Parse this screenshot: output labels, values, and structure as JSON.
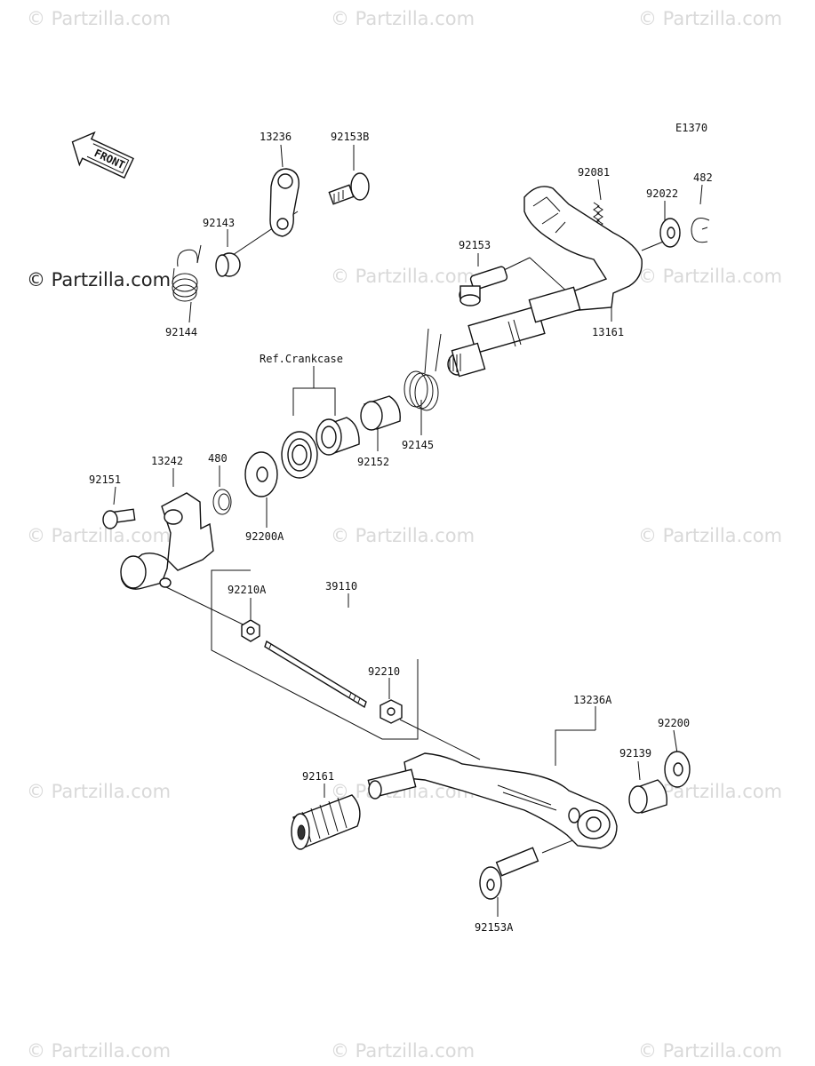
{
  "diagram_code": "E1370",
  "front_label": "FRONT",
  "copyright": "© Partzilla.com",
  "watermark": "© Partzilla.com",
  "parts": {
    "p13236": "13236",
    "p92153B": "92153B",
    "p92143": "92143",
    "p92144": "92144",
    "p92081": "92081",
    "p92022": "92022",
    "p482": "482",
    "p92153": "92153",
    "p13161": "13161",
    "p_ref_crankcase": "Ref.Crankcase",
    "p92152": "92152",
    "p92145": "92145",
    "p13242": "13242",
    "p480": "480",
    "p92151": "92151",
    "p92200A": "92200A",
    "p92210A": "92210A",
    "p39110": "39110",
    "p92210": "92210",
    "p13236A": "13236A",
    "p92200": "92200",
    "p92139": "92139",
    "p92161": "92161",
    "p92153A": "92153A"
  }
}
